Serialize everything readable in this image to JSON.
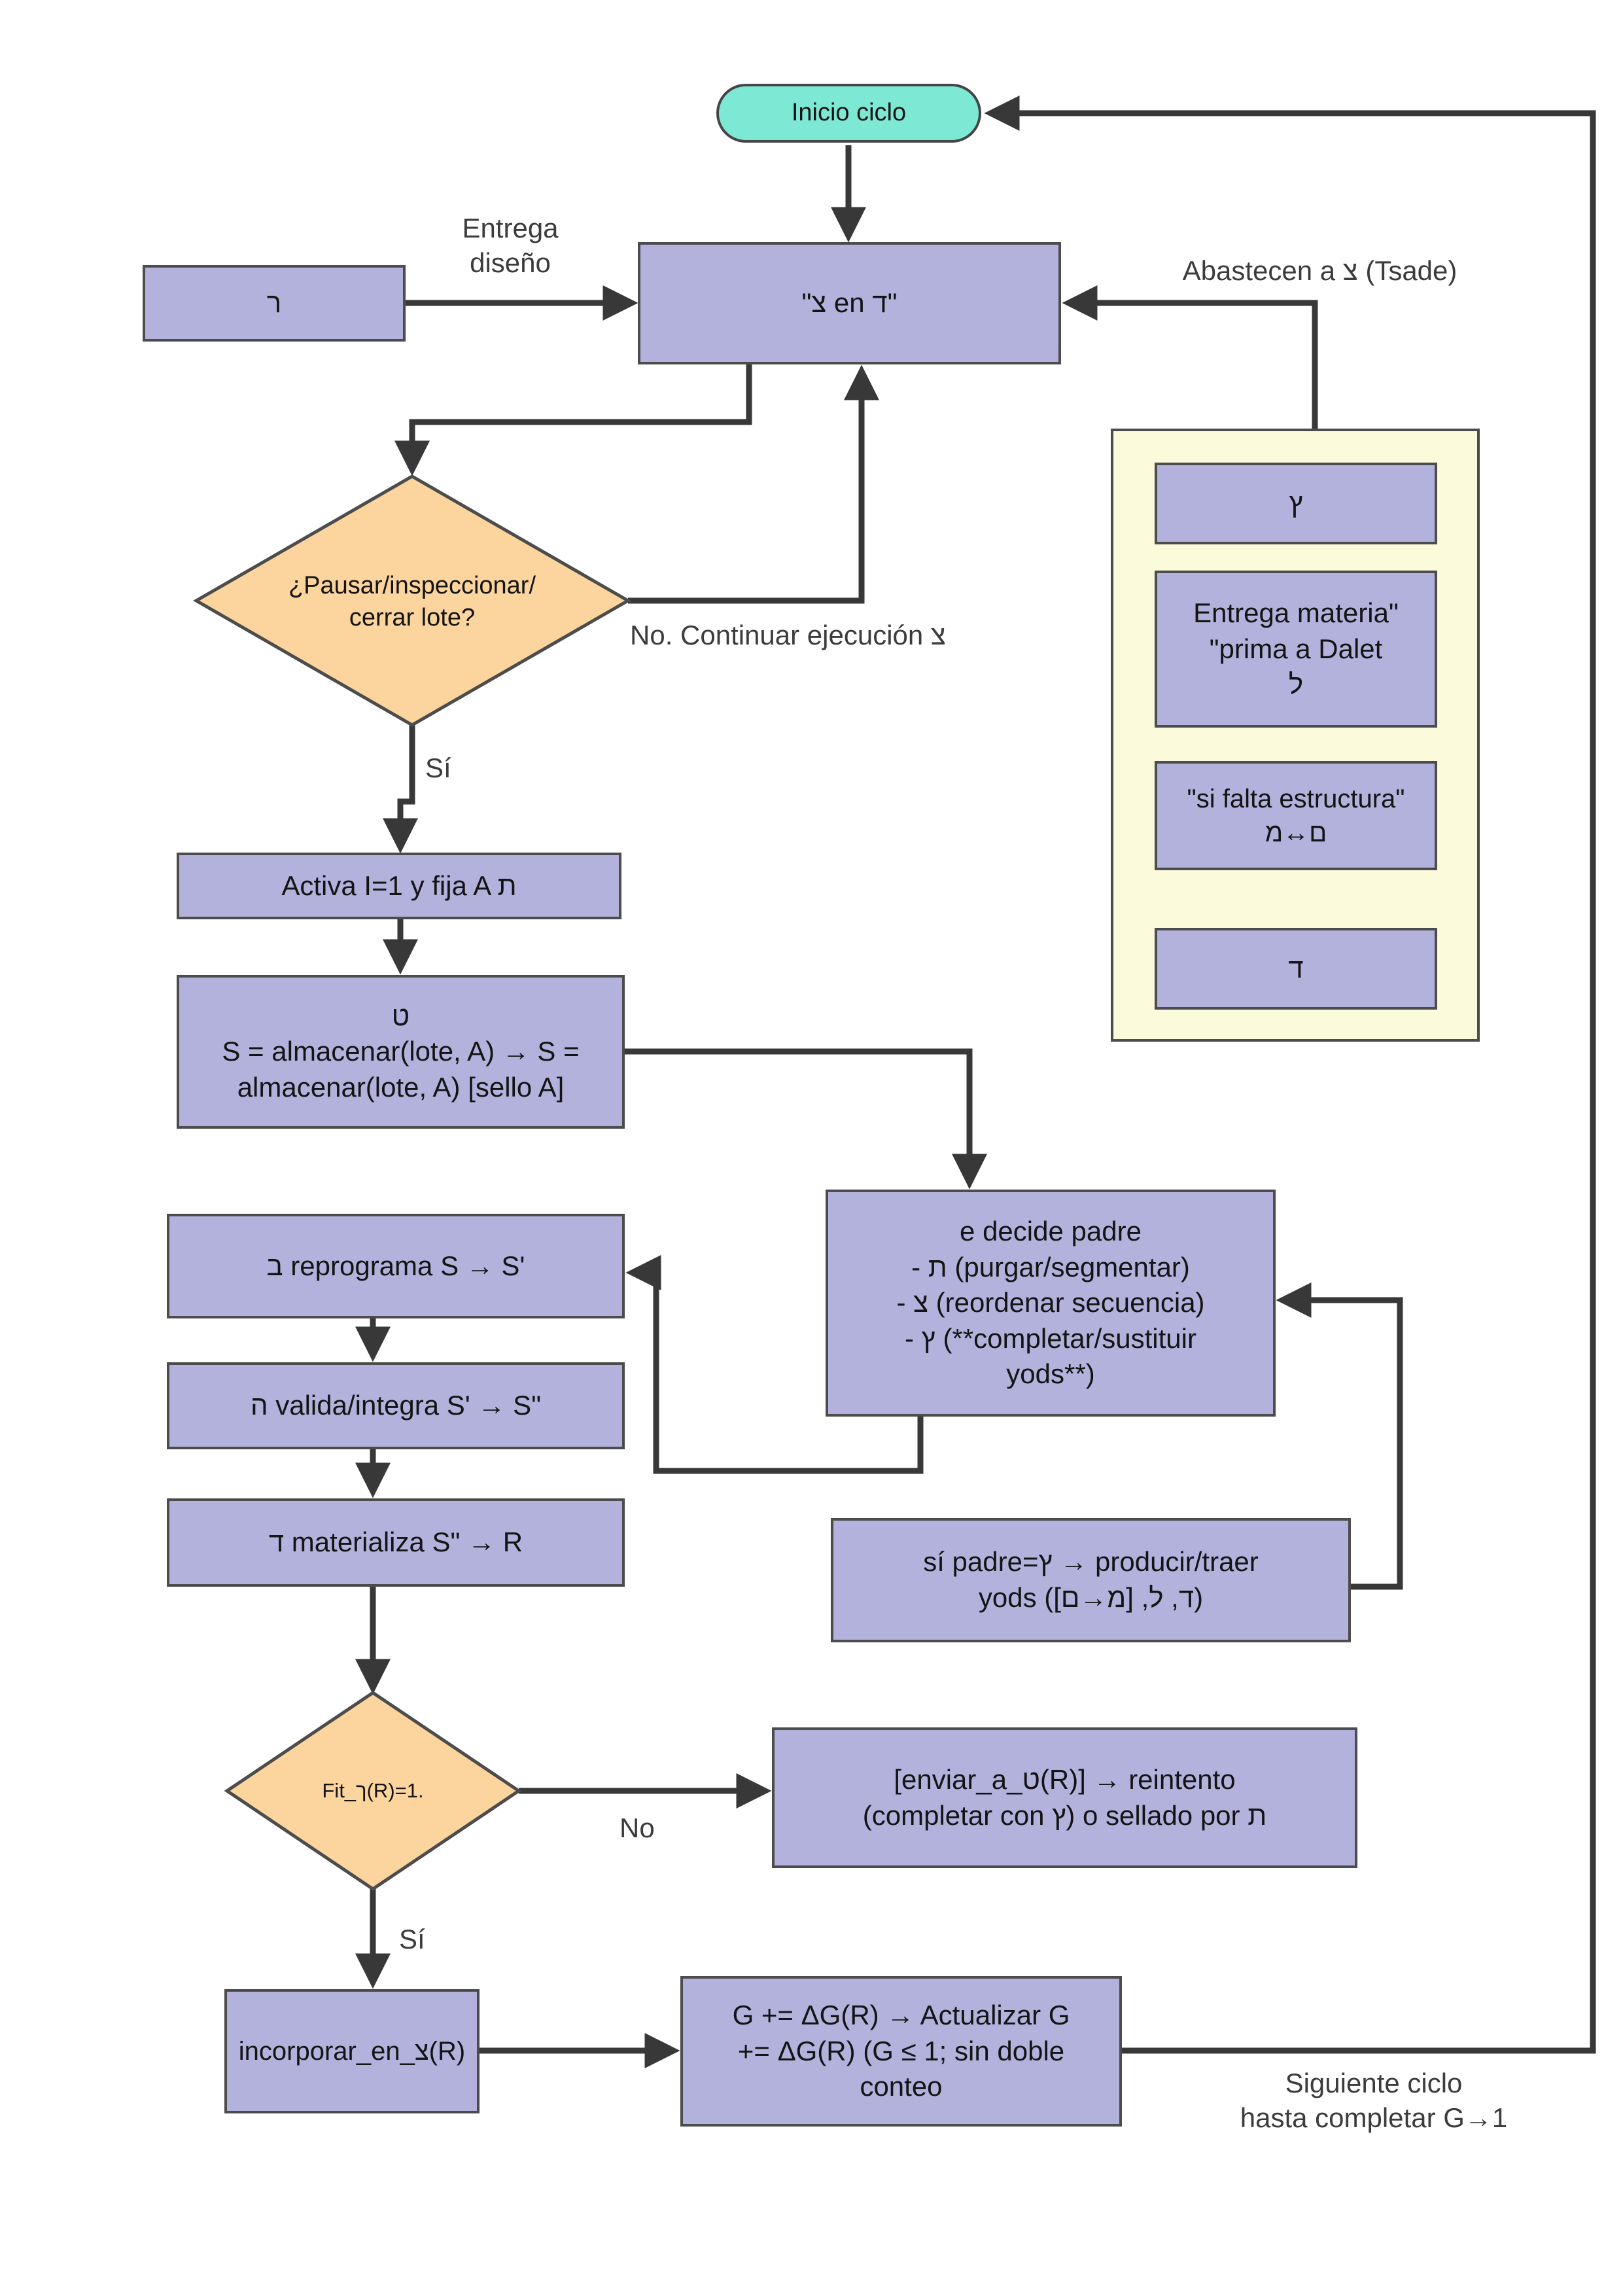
{
  "colors": {
    "node_fill": "#b3b2dd",
    "decision_fill": "#fcd49e",
    "start_fill": "#7de8d3",
    "legend_fill": "#fbfadb",
    "border": "#4c4c4c",
    "line": "#383838"
  },
  "nodes": {
    "start": {
      "text": "Inicio ciclo"
    },
    "resh": {
      "text": "ר"
    },
    "central": {
      "text": "\"צ en ד\""
    },
    "pause_decision": {
      "text": "¿Pausar/inspeccionar/\ncerrar lote?"
    },
    "activa": {
      "text": "Activa I=1 y fija A ת"
    },
    "almacenar": {
      "text": "ט\nS = almacenar(lote, A) → S =\nalmacenar(lote, A) [sello A]"
    },
    "decide_padre": {
      "text": "e decide padre\n- ת (purgar/segmentar)\n- צ (reordenar secuencia)\n- ץ (**completar/sustituir\nyods**)"
    },
    "reprograma": {
      "text": "ב reprograma S → S'"
    },
    "valida": {
      "text": "ה valida/integra S' → S\""
    },
    "materializa": {
      "text": "ד materializa S\" → R"
    },
    "si_padre": {
      "text": "sí padre=ץ → producir/traer\nyods ([ם→מ] ,ל ,ד)"
    },
    "fit_decision": {
      "text": "Fit_ך(R)=1."
    },
    "enviar": {
      "text": "[enviar_a_ט(R)] → reintento\n(completar con ץ) o sellado por ת"
    },
    "incorporar": {
      "text": "incorporar_en_צ(R)"
    },
    "actualizar_g": {
      "text": "G += ΔG(R) → Actualizar G\n+= ΔG(R) (G ≤ 1; sin doble\nconteo"
    }
  },
  "legend": {
    "boxes": [
      {
        "text": "ץ"
      },
      {
        "text": "Entrega materia\"\n\"prima a Dalet\nל"
      },
      {
        "text": "\"si falta estructura\"\nמ↔ם"
      },
      {
        "text": "ד"
      }
    ]
  },
  "labels": {
    "entrega_diseno": "Entrega\ndiseño",
    "abastecen": "Abastecen a צ (Tsade)",
    "no_continuar": "No. Continuar ejecución צ",
    "si_1": "Sí",
    "no_2": "No",
    "si_2": "Sí",
    "siguiente": "Siguiente ciclo\nhasta completar G→1"
  }
}
